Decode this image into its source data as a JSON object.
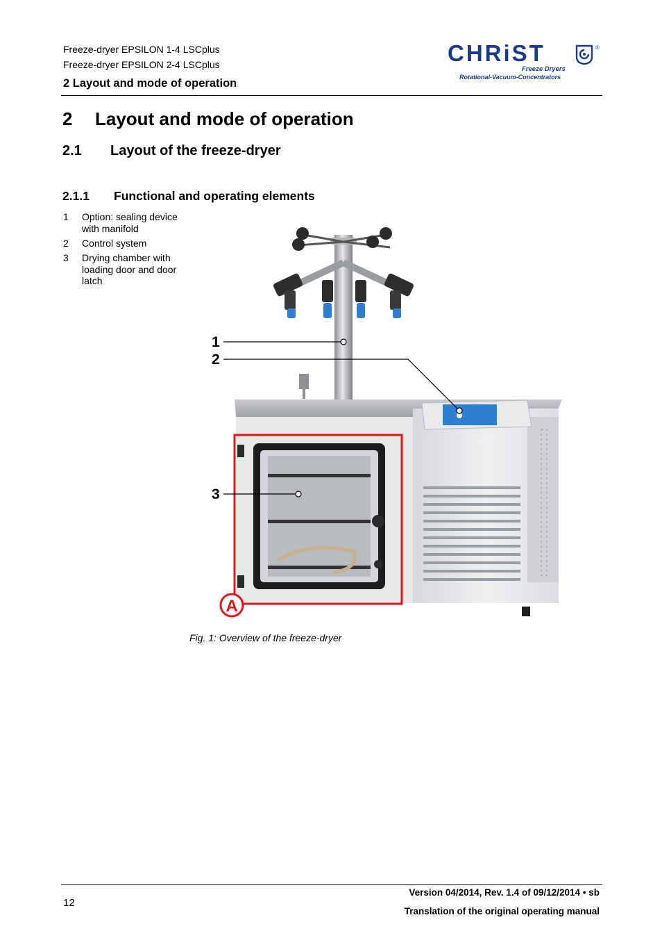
{
  "header": {
    "line1": "Freeze-dryer EPSILON 1-4 LSCplus",
    "line2": "Freeze-dryer EPSILON 2-4 LSCplus",
    "section": "2 Layout and mode of operation",
    "logo": {
      "wordmark": "CHRiST",
      "sub1": "Freeze Dryers",
      "sub2": "Rotational-Vacuum-Concentrators",
      "registered": "®",
      "brand_color": "#1a3a8f"
    }
  },
  "headings": {
    "h1_num": "2",
    "h1_text": "Layout and mode of operation",
    "h2_num": "2.1",
    "h2_text": "Layout of the freeze-dryer",
    "h3_num": "2.1.1",
    "h3_text": "Functional and operating elements"
  },
  "legend": [
    {
      "num": "1",
      "text": "Option: sealing device with manifold"
    },
    {
      "num": "2",
      "text": "Control system"
    },
    {
      "num": "3",
      "text": "Drying chamber with loading door and door latch"
    }
  ],
  "figure": {
    "callouts": [
      "1",
      "2",
      "3"
    ],
    "marker": "A",
    "caption": "Fig. 1: Overview of the freeze-dryer",
    "highlight_color": "#e0161b",
    "accent_blue": "#2f7fd0"
  },
  "footer": {
    "page": "12",
    "version": "Version 04/2014, Rev. 1.4 of 09/12/2014 • sb",
    "translation": "Translation of the original operating manual"
  }
}
